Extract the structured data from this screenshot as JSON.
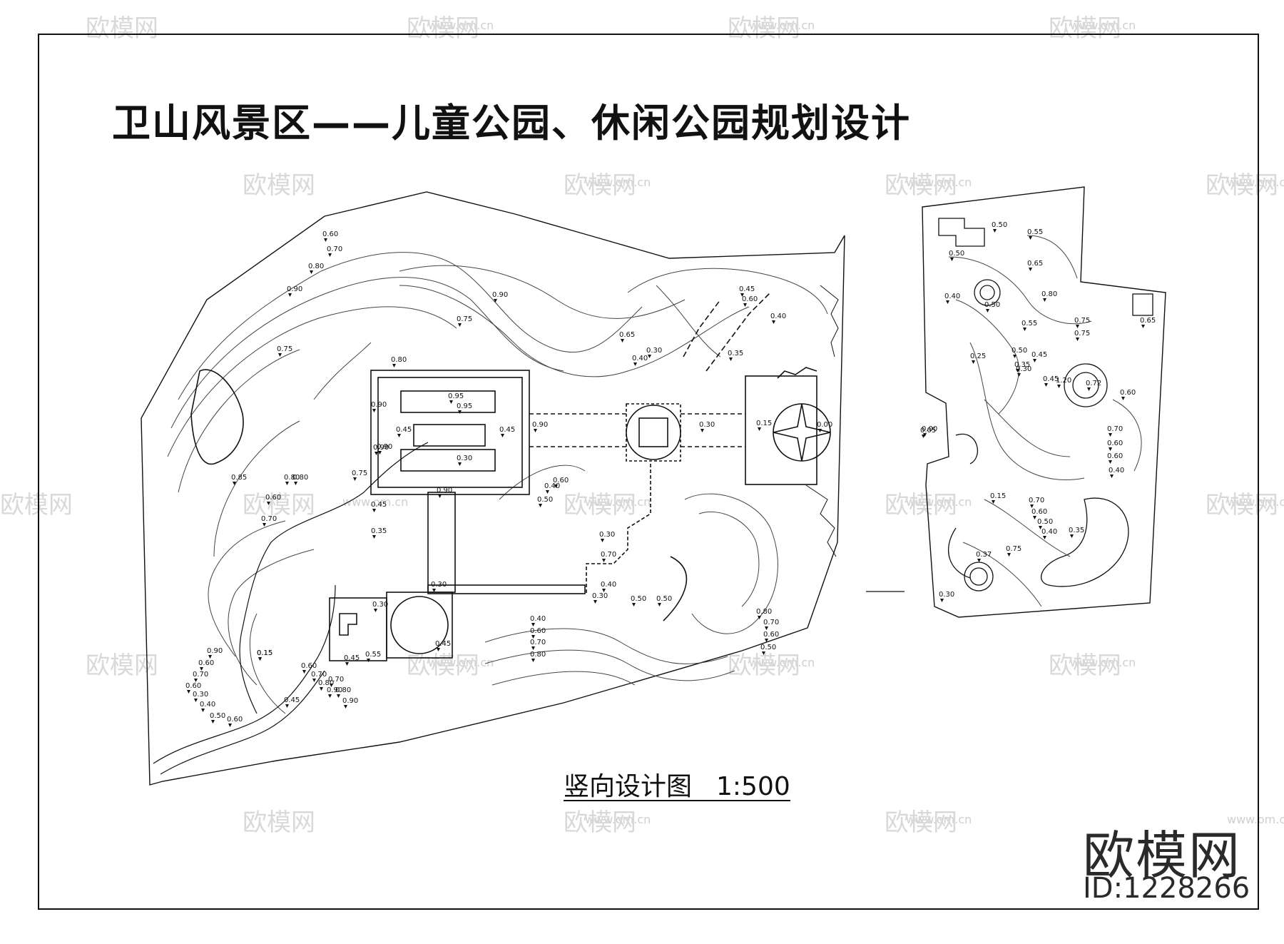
{
  "drawing": {
    "title": "卫山风景区——儿童公园、休闲公园规划设计",
    "caption": "竖向设计图",
    "scale": "1:500"
  },
  "watermark": {
    "brand": "欧模网",
    "id": "ID:1228266",
    "url": "www.om.cn"
  },
  "elevations": {
    "main": [
      "0.60",
      "0.70",
      "0.80",
      "0.90",
      "0.75",
      "0.85",
      "0.80",
      "0.60",
      "0.70",
      "0.80",
      "0.90",
      "0.65",
      "0.75",
      "0.80",
      "0.95",
      "0.45",
      "0.45",
      "0.90",
      "0.30",
      "0.90",
      "0.95",
      "0.90",
      "0.90",
      "0.75",
      "0.45",
      "0.90",
      "0.30",
      "0.15",
      "0.00",
      "0.45",
      "0.60",
      "0.40",
      "0.35",
      "0.30",
      "0.40",
      "0.50",
      "0.40",
      "0.60",
      "0.70",
      "0.30",
      "0.40",
      "0.50",
      "0.30",
      "0.30",
      "0.30",
      "0.45",
      "0.55",
      "0.45",
      "0.40",
      "0.60",
      "0.70",
      "0.80",
      "0.90",
      "0.60",
      "0.70",
      "0.60",
      "0.50",
      "0.80",
      "0.70",
      "0.60",
      "0.50",
      "0.35",
      "0.15",
      "0.45",
      "0.60",
      "0.70",
      "0.80",
      "0.90",
      "0.60",
      "0.50",
      "0.40",
      "0.30",
      "0.70",
      "0.80",
      "0.90",
      "0.15"
    ],
    "right": [
      "0.50",
      "0.55",
      "0.65",
      "0.50",
      "0.40",
      "0.50",
      "0.80",
      "0.75",
      "0.55",
      "0.75",
      "0.65",
      "0.45",
      "0.35",
      "0.25",
      "0.50",
      "0.45",
      "0.30",
      "1.20",
      "0.72",
      "0.60",
      "0.70",
      "0.60",
      "0.60",
      "0.40",
      "0.05",
      "0.00",
      "0.15",
      "0.70",
      "0.60",
      "0.50",
      "0.40",
      "0.35",
      "0.37",
      "0.75",
      "0.30"
    ]
  },
  "colors": {
    "line": "#111111",
    "contour": "#444444",
    "watermark": "#d0d0d0"
  }
}
